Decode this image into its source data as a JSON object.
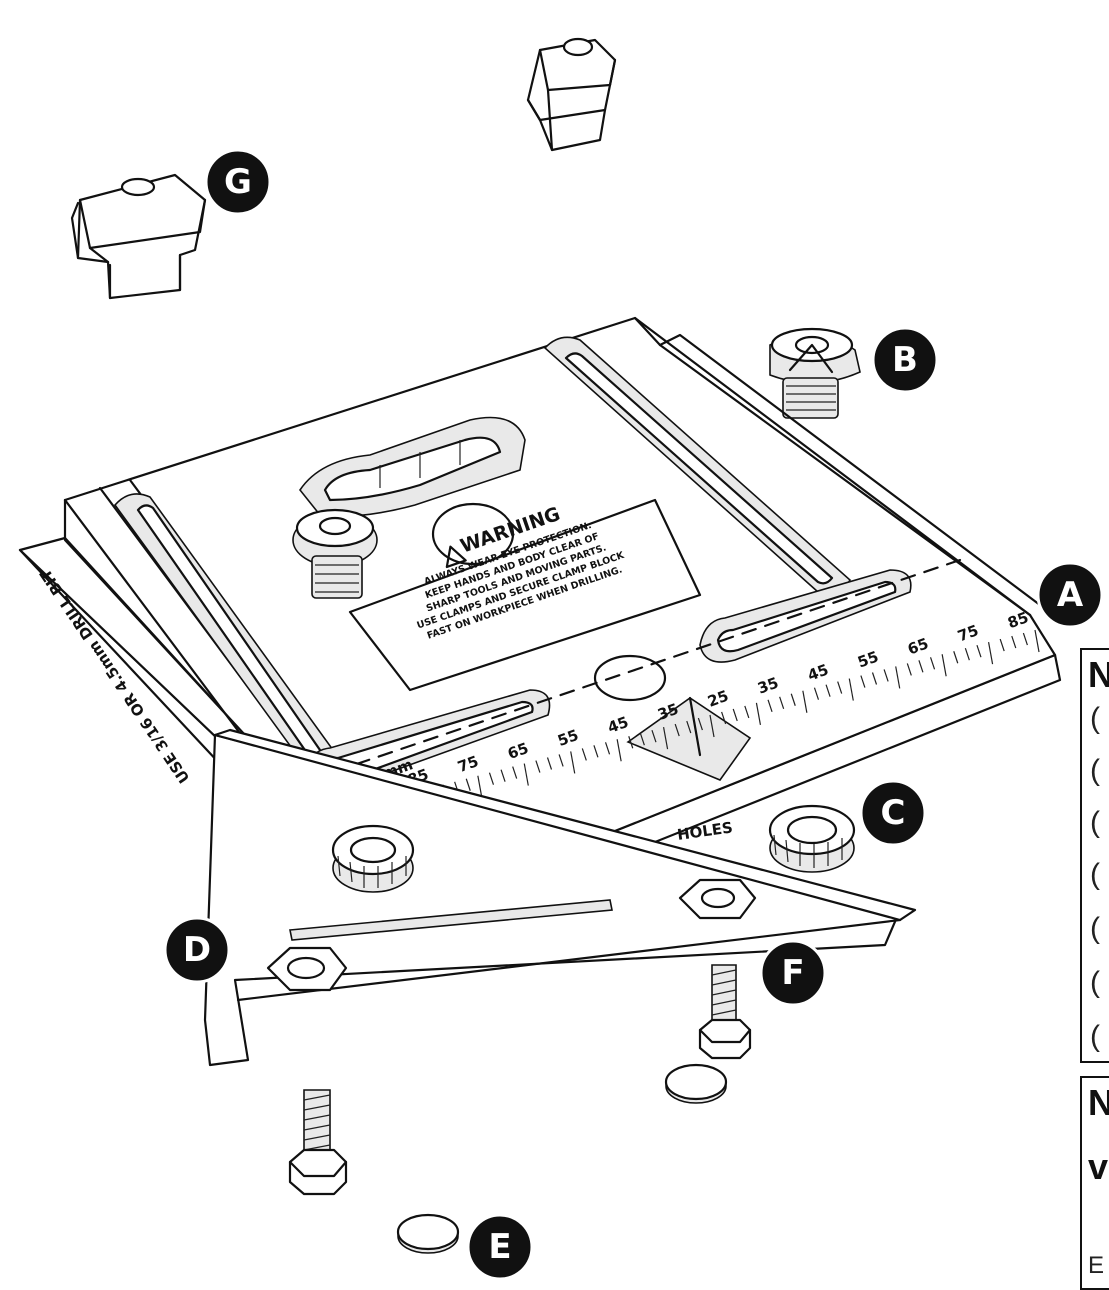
{
  "callouts": {
    "a": "A",
    "b": "B",
    "c": "C",
    "d": "D",
    "e": "E",
    "f": "F",
    "g": "G"
  },
  "plate": {
    "warning_title": "WARNING",
    "warning_lines": [
      "ALWAYS WEAR EYE PROTECTION.",
      "KEEP HANDS AND BODY CLEAR OF",
      "SHARP TOOLS AND MOVING PARTS.",
      "USE CLAMPS AND SECURE CLAMP BLOCK",
      "FAST ON WORKPIECE WHEN DRILLING."
    ],
    "side_print": "USE 3/16 OR 4.5mm DRILL BIT",
    "unit_label": "85 mm",
    "scale_labels": [
      "85",
      "75",
      "65",
      "55",
      "45",
      "35",
      "25",
      "35",
      "45",
      "55",
      "65",
      "75",
      "85"
    ],
    "bar_label": "HOLES"
  },
  "panel1": {
    "heading": "N",
    "lines": [
      "(",
      "(",
      "(",
      "(",
      "(",
      "(",
      "("
    ]
  },
  "panel2": {
    "heading_1": "N",
    "heading_2": "v",
    "body": "E"
  },
  "colors": {
    "ink": "#111111",
    "fill_light": "#e9e9e9",
    "background": "#ffffff"
  }
}
